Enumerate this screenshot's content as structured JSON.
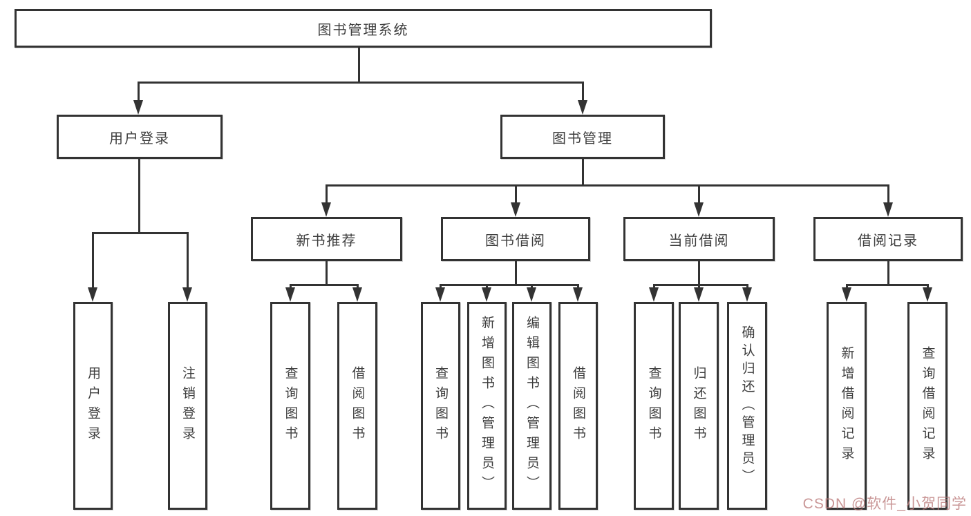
{
  "diagram": {
    "root": {
      "label": "图书管理系统"
    },
    "branches": [
      {
        "label": "用户登录",
        "children": [
          {
            "label": "用户登录"
          },
          {
            "label": "注销登录"
          }
        ]
      },
      {
        "label": "图书管理",
        "children": [
          {
            "label": "新书推荐",
            "children": [
              {
                "label": "查询图书"
              },
              {
                "label": "借阅图书"
              }
            ]
          },
          {
            "label": "图书借阅",
            "children": [
              {
                "label": "查询图书"
              },
              {
                "label": "新增图书（管理员）"
              },
              {
                "label": "编辑图书（管理员）"
              },
              {
                "label": "借阅图书"
              }
            ]
          },
          {
            "label": "当前借阅",
            "children": [
              {
                "label": "查询图书"
              },
              {
                "label": "归还图书"
              },
              {
                "label": "确认归还（管理员）"
              }
            ]
          },
          {
            "label": "借阅记录",
            "children": [
              {
                "label": "新增借阅记录"
              },
              {
                "label": "查询借阅记录"
              }
            ]
          }
        ]
      }
    ],
    "watermark": "CSDN @软件_小贺同学",
    "colors": {
      "line": "#333333",
      "text": "#3d3d3d",
      "box_background": "#ffffff",
      "watermark": "#ba7878"
    }
  }
}
